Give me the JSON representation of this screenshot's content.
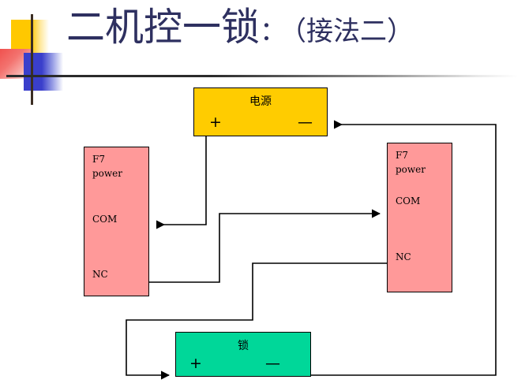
{
  "slide": {
    "title_main": "二机控一锁",
    "title_colon": "：",
    "title_sub": "（接法二）"
  },
  "diagram": {
    "power_supply": {
      "name": "电源",
      "plus": "+",
      "minus": "—"
    },
    "lock": {
      "name": "锁",
      "plus": "+",
      "minus": "—"
    },
    "relay_left": {
      "line1": "F7",
      "line2": "power",
      "com": "COM",
      "nc": "NC"
    },
    "relay_right": {
      "line1": "F7",
      "line2": "power",
      "com": "COM",
      "nc": "NC"
    }
  },
  "colors": {
    "power_fill": "#FFCC00",
    "lock_fill": "#00D799",
    "relay_fill": "#FF9999",
    "title_text": "#2E3060",
    "wire": "#000000",
    "deco_yellow": "#FFC800",
    "deco_red": "#F0514E",
    "deco_blue": "#3A3FCB"
  }
}
